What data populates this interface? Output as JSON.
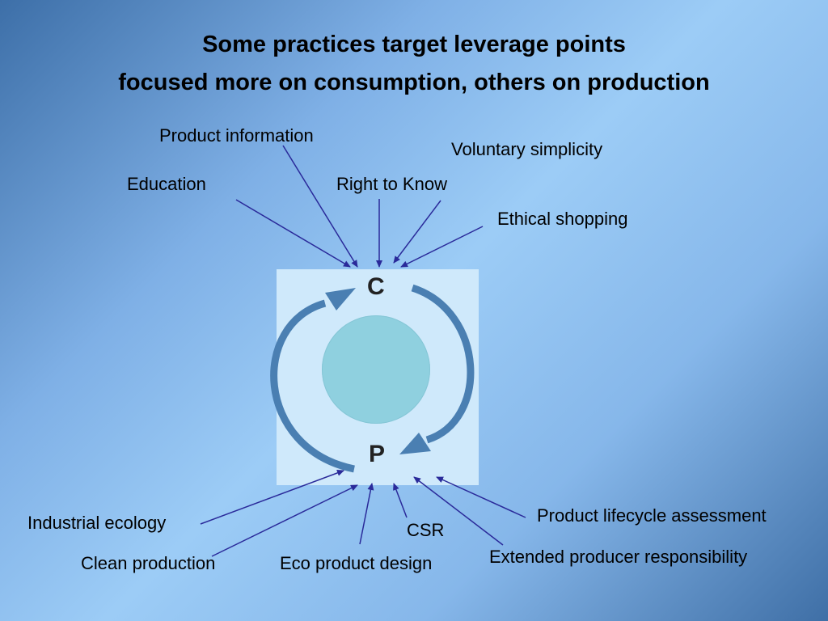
{
  "slide": {
    "title_line1": "Some practices target leverage points",
    "title_line2": "focused more on consumption, others on production"
  },
  "diagram": {
    "consumption_letter": "C",
    "production_letter": "P",
    "consumption_labels": [
      "Product information",
      "Voluntary simplicity",
      "Education",
      "Right to Know",
      "Ethical shopping"
    ],
    "production_labels": [
      "Industrial ecology",
      "Clean production",
      "Eco product design",
      "CSR",
      "Product lifecycle assessment",
      "Extended producer responsibility"
    ],
    "colors": {
      "arrow_line": "#2a2a9a",
      "cycle_arrow": "#4a7fb2",
      "box": "#cfe9fb",
      "core": "#8fd0df"
    }
  }
}
